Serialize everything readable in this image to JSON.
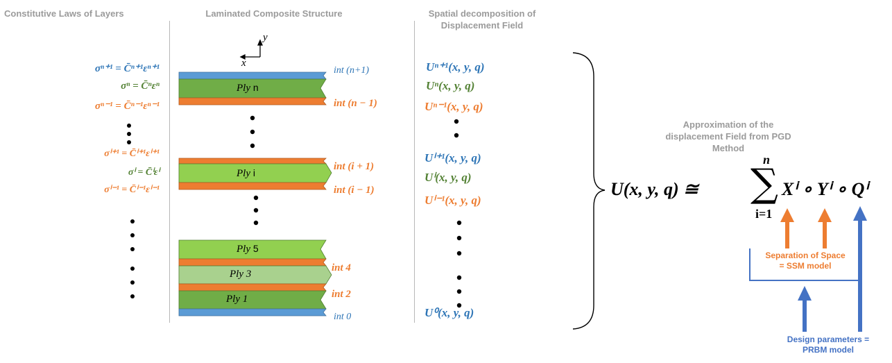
{
  "headers": {
    "col1": "Constitutive Laws of Layers",
    "col2": "Laminated Composite Structure",
    "col3_line1": "Spatial decomposition of",
    "col3_line2": "Displacement Field",
    "approx_line1": "Approximation of the",
    "approx_line2": "displacement Field from PGD",
    "approx_line3": "Method"
  },
  "laws": {
    "n_plus_1": "σⁿ⁺¹ = C̄ⁿ⁺¹εⁿ⁺¹",
    "n": "σⁿ = C̄ⁿεⁿ",
    "n_minus_1": "σⁿ⁻¹ = C̄ⁿ⁻¹εⁿ⁻¹",
    "i_plus_1": "σⁱ⁺¹ = C̄ⁱ⁺¹εⁱ⁺¹",
    "i": "σⁱ = C̄ⁱεⁱ",
    "i_minus_1": "σⁱ⁻¹ = C̄ⁱ⁻¹εⁱ⁻¹"
  },
  "axes": {
    "x": "x",
    "y": "y"
  },
  "plies": {
    "n": {
      "italic": "Ply",
      "suffix": " n"
    },
    "i": {
      "italic": "Ply",
      "suffix": " i"
    },
    "p5": {
      "italic": "Ply",
      "suffix": " 5"
    },
    "p3": {
      "italic": "Ply",
      "suffix": " 3"
    },
    "p1": {
      "italic": "Ply",
      "suffix": " 1"
    }
  },
  "interfaces": {
    "n_plus_1": "int (n+1)",
    "n_minus_1": "int (n − 1)",
    "i_plus_1": "int (i + 1)",
    "i_minus_1": "int (i − 1)",
    "four": "int 4",
    "two": "int 2",
    "zero": "int 0"
  },
  "displacements": {
    "n_plus_1": "Uⁿ⁺¹(x, y, q)",
    "n": "Uⁿ(x, y, q)",
    "n_minus_1": "Uⁿ⁻¹(x, y, q)",
    "i_plus_1": "Uⁱ⁺¹(x, y, q)",
    "i": "Uⁱ(x, y, q)",
    "i_minus_1": "Uⁱ⁻¹(x, y, q)",
    "zero": "U⁰(x, y, q)"
  },
  "formula": {
    "lhs": "U(x, y, q) ≅",
    "sum_top": "n",
    "sum_sign": "∑",
    "sum_bottom": "i=1",
    "terms": "Xⁱ ∘ Yⁱ ∘ Qⁱ"
  },
  "annotations": {
    "ssm_line1": "Separation of Space",
    "ssm_line2": "= SSM model",
    "prbm_line1": "Design parameters =",
    "prbm_line2": "PRBM model"
  },
  "colors": {
    "blue": "#2e75b6",
    "green": "#548235",
    "orange": "#ed7d31",
    "ply_green": "#70ad47",
    "ply_light": "#92d050",
    "ply_pale": "#a9d18e",
    "interface_blue": "#5b9bd5",
    "arrow_blue": "#4472c4"
  }
}
